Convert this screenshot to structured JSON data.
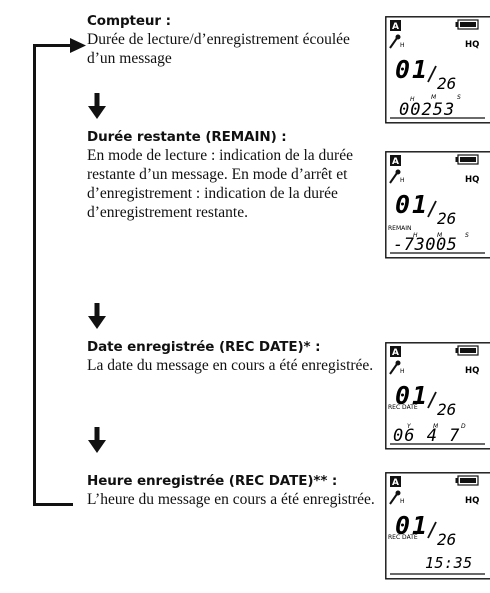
{
  "steps": [
    {
      "title": "Compteur :",
      "desc": "Durée de lecture/d’enregistrement écoulée d’un message"
    },
    {
      "title": "Durée restante (REMAIN) :",
      "desc": "En mode de lecture : indication de la durée restante d’un message. En mode d’arrêt et d’enregistrement : indication de la durée d’enregistrement restante."
    },
    {
      "title": "Date enregistrée (REC DATE)* :",
      "desc": "La date du message en cours a été enregistrée."
    },
    {
      "title": "Heure enregistrée (REC DATE)** :",
      "desc": "L’heure du message en cours a été enregistrée."
    }
  ],
  "displays": [
    {
      "folder": "A",
      "quality": "HQ",
      "message": "01",
      "total": "26",
      "label": "",
      "units": [
        "H",
        "M",
        "S"
      ],
      "time": "00253"
    },
    {
      "folder": "A",
      "quality": "HQ",
      "message": "01",
      "total": "26",
      "label": "REMAIN",
      "units": [
        "H",
        "M",
        "S"
      ],
      "time": "-73005"
    },
    {
      "folder": "A",
      "quality": "HQ",
      "message": "01",
      "total": "26",
      "label": "REC DATE",
      "units": [
        "Y",
        "M",
        "D"
      ],
      "time": "06 4 7"
    },
    {
      "folder": "A",
      "quality": "HQ",
      "message": "01",
      "total": "26",
      "label": "REC DATE",
      "units": [],
      "time": "15:35"
    }
  ]
}
